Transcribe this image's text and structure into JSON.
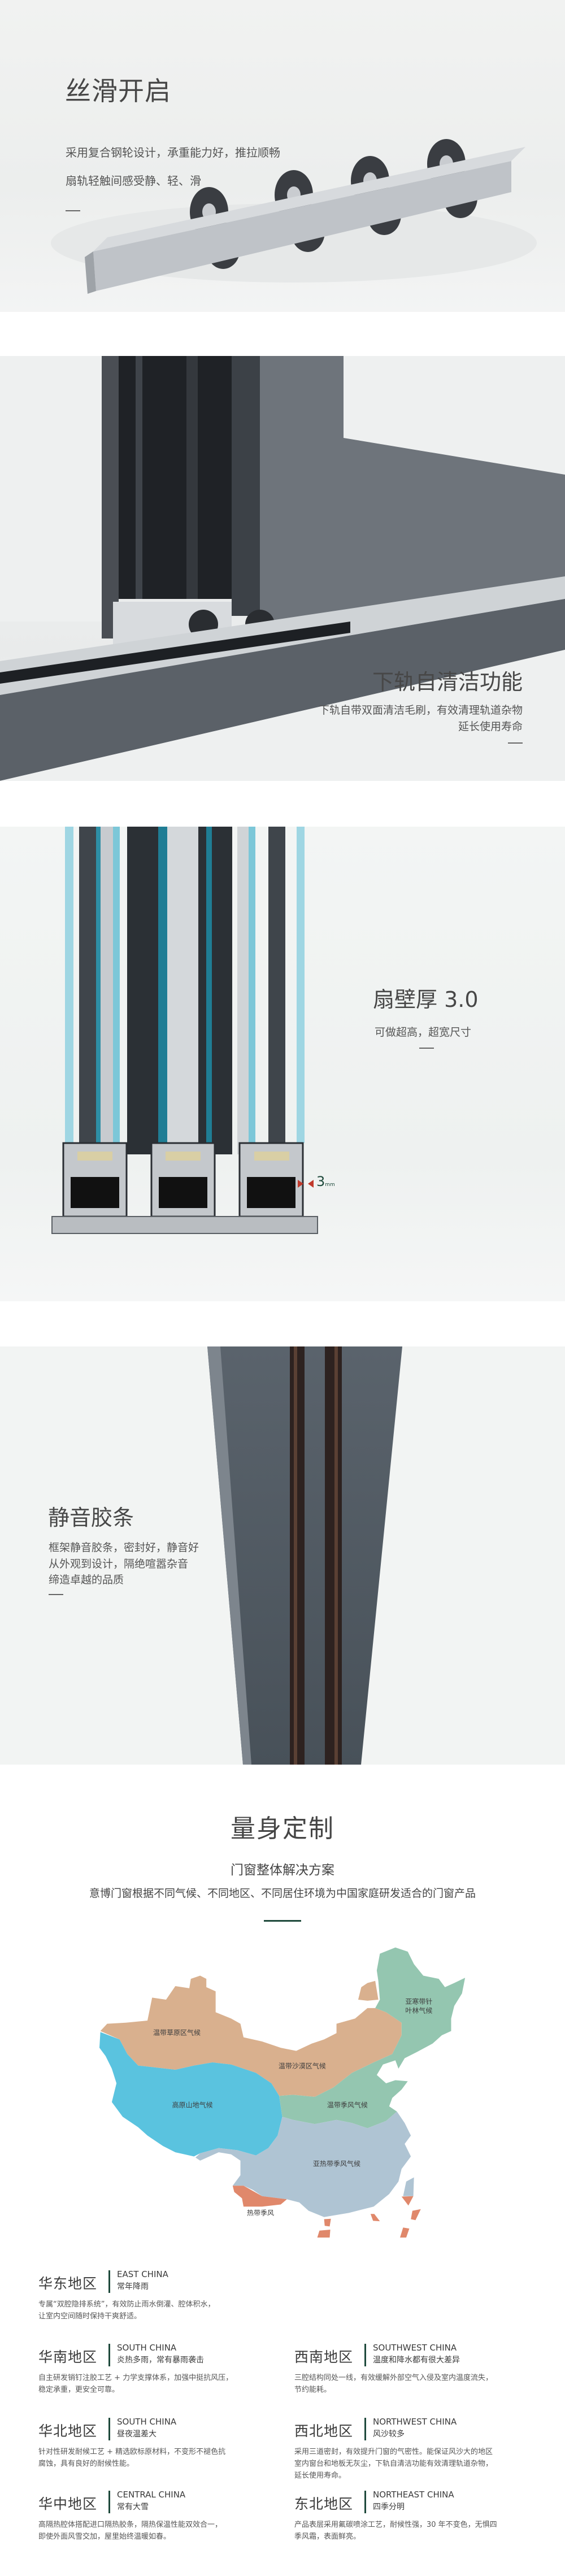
{
  "sections": {
    "smooth": {
      "title": "丝滑开启",
      "lines": [
        "采用复合钢轮设计，承重能力好，推拉顺畅",
        "扇轨轻触间感受静、轻、滑"
      ]
    },
    "selfclean": {
      "title": "下轨自清洁功能",
      "lines": [
        "下轨自带双面清洁毛刷，有效清理轨道杂物",
        "延长使用寿命"
      ]
    },
    "wall": {
      "title": "扇壁厚 3.0",
      "lines": [
        "可做超高，超宽尺寸"
      ],
      "dimension_value": "3",
      "dimension_unit": "mm"
    },
    "seal": {
      "title": "静音胶条",
      "lines": [
        "框架静音胶条，密封好，静音好",
        "从外观到设计，隔绝喧嚣杂音",
        "缔造卓越的品质"
      ]
    }
  },
  "custom": {
    "title": "量身定制",
    "subtitle": "门窗整体解决方案",
    "description": "意博门窗根据不同气候、不同地区、不同居住环境为中国家庭研发适合的门窗产品",
    "map_labels": {
      "grassland": "温带草原区气候",
      "desert": "温带沙漠区气候",
      "subarctic_1": "亚寒带针",
      "subarctic_2": "叶林气候",
      "plateau": "高原山地气候",
      "temperate_monsoon": "温带季风气候",
      "subtropical": "亚热带季风气候",
      "tropical": "热带季风"
    },
    "map_colors": {
      "temperate": "#D9B08E",
      "plateau": "#5AC3DF",
      "monsoon": "#94C6B0",
      "subtropical": "#AFC4D3",
      "tropical": "#E0886B"
    },
    "regions": [
      {
        "name": "华东地区",
        "en": "EAST CHINA",
        "sub": "常年降雨",
        "body": [
          "专属“双腔隐排系统”，有效防止雨水倒灌、腔体积水，",
          "让室内空间随时保持干爽舒适。"
        ]
      },
      {
        "name": "华南地区",
        "en": "SOUTH CHINA",
        "sub": "炎热多雨，常有暴雨袭击",
        "body": [
          "自主研发销钉注胶工艺 + 力学支撑体系，加强中挺抗风压，",
          "稳定承重，更安全可靠。"
        ]
      },
      {
        "name": "西南地区",
        "en": "SOUTHWEST CHINA",
        "sub": "温度和降水都有很大差异",
        "body": [
          "三腔结构同处一线，有效缓解外部空气入侵及室内温度流失，",
          "节约能耗。"
        ]
      },
      {
        "name": "华北地区",
        "en": "SOUTH CHINA",
        "sub": "昼夜温差大",
        "body": [
          "针对性研发耐候工艺 + 精选欧标原材料，不变形不褪色抗",
          "腐蚀，具有良好的耐候性能。"
        ]
      },
      {
        "name": "西北地区",
        "en": "NORTHWEST CHINA",
        "sub": "风沙较多",
        "body": [
          "采用三道密封，有效提升门窗的气密性。能保证风沙大的地区",
          "室内窗台和地板无灰尘，下轨自清洁功能有效清理轨道杂物，",
          "延长使用寿命。"
        ]
      },
      {
        "name": "华中地区",
        "en": "CENTRAL CHINA",
        "sub": "常有大雪",
        "body": [
          "高隔热腔体搭配进口隔热胶条，隔热保温性能双效合一，",
          "即使外面风雪交加，屋里始终温暖如春。"
        ]
      },
      {
        "name": "东北地区",
        "en": "NORTHEAST CHINA",
        "sub": "四季分明",
        "body": [
          "产品表层采用氟碳喷涂工艺，耐候性强，30 年不变色，无惧四",
          "季风霜，表面鲜亮。"
        ]
      }
    ]
  }
}
